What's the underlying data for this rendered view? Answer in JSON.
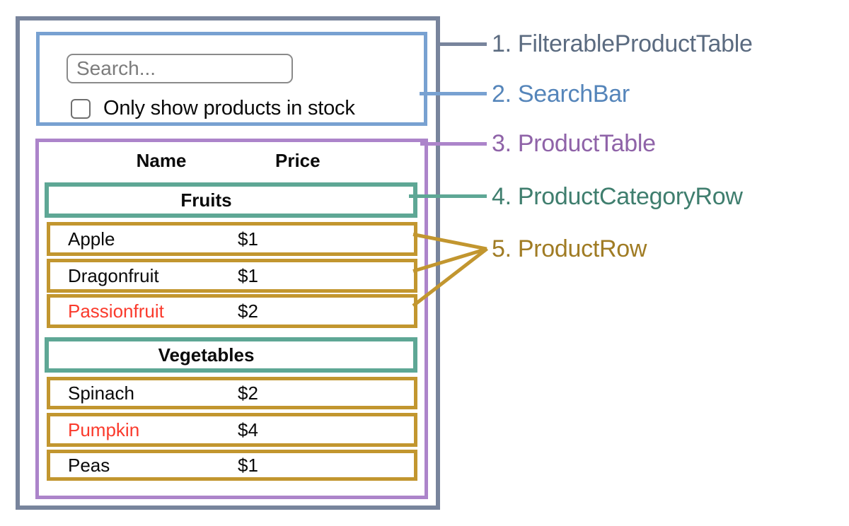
{
  "colors": {
    "gray_line": "#78849c",
    "gray_text": "#5b6b80",
    "blue_line": "#78a1d1",
    "blue_text": "#5585ba",
    "purple_line": "#ac84ca",
    "purple_text": "#8f63a8",
    "teal_line": "#5ea795",
    "teal_text": "#3f7e6e",
    "gold_line": "#c2962f",
    "gold_text": "#a07c24",
    "red": "#fa3a2c",
    "input_border": "#8a8a8a",
    "ph_color": "#7c7c7c",
    "text_black": "#0a0a0a"
  },
  "search_bar": {
    "placeholder": "Search...",
    "checkbox_label": "Only show products in stock",
    "checkbox_checked": false
  },
  "table": {
    "headers": {
      "name": "Name",
      "price": "Price"
    },
    "sections": [
      {
        "category": "Fruits",
        "rows": [
          {
            "name": "Apple",
            "price": "$1",
            "red": false
          },
          {
            "name": "Dragonfruit",
            "price": "$1",
            "red": false
          },
          {
            "name": "Passionfruit",
            "price": "$2",
            "red": true
          }
        ]
      },
      {
        "category": "Vegetables",
        "rows": [
          {
            "name": "Spinach",
            "price": "$2",
            "red": false
          },
          {
            "name": "Pumpkin",
            "price": "$4",
            "red": true
          },
          {
            "name": "Peas",
            "price": "$1",
            "red": false
          }
        ]
      }
    ]
  },
  "legend": [
    {
      "text": "1. FilterableProductTable"
    },
    {
      "text": "2. SearchBar"
    },
    {
      "text": "3. ProductTable"
    },
    {
      "text": "4. ProductCategoryRow"
    },
    {
      "text": "5. ProductRow"
    }
  ]
}
